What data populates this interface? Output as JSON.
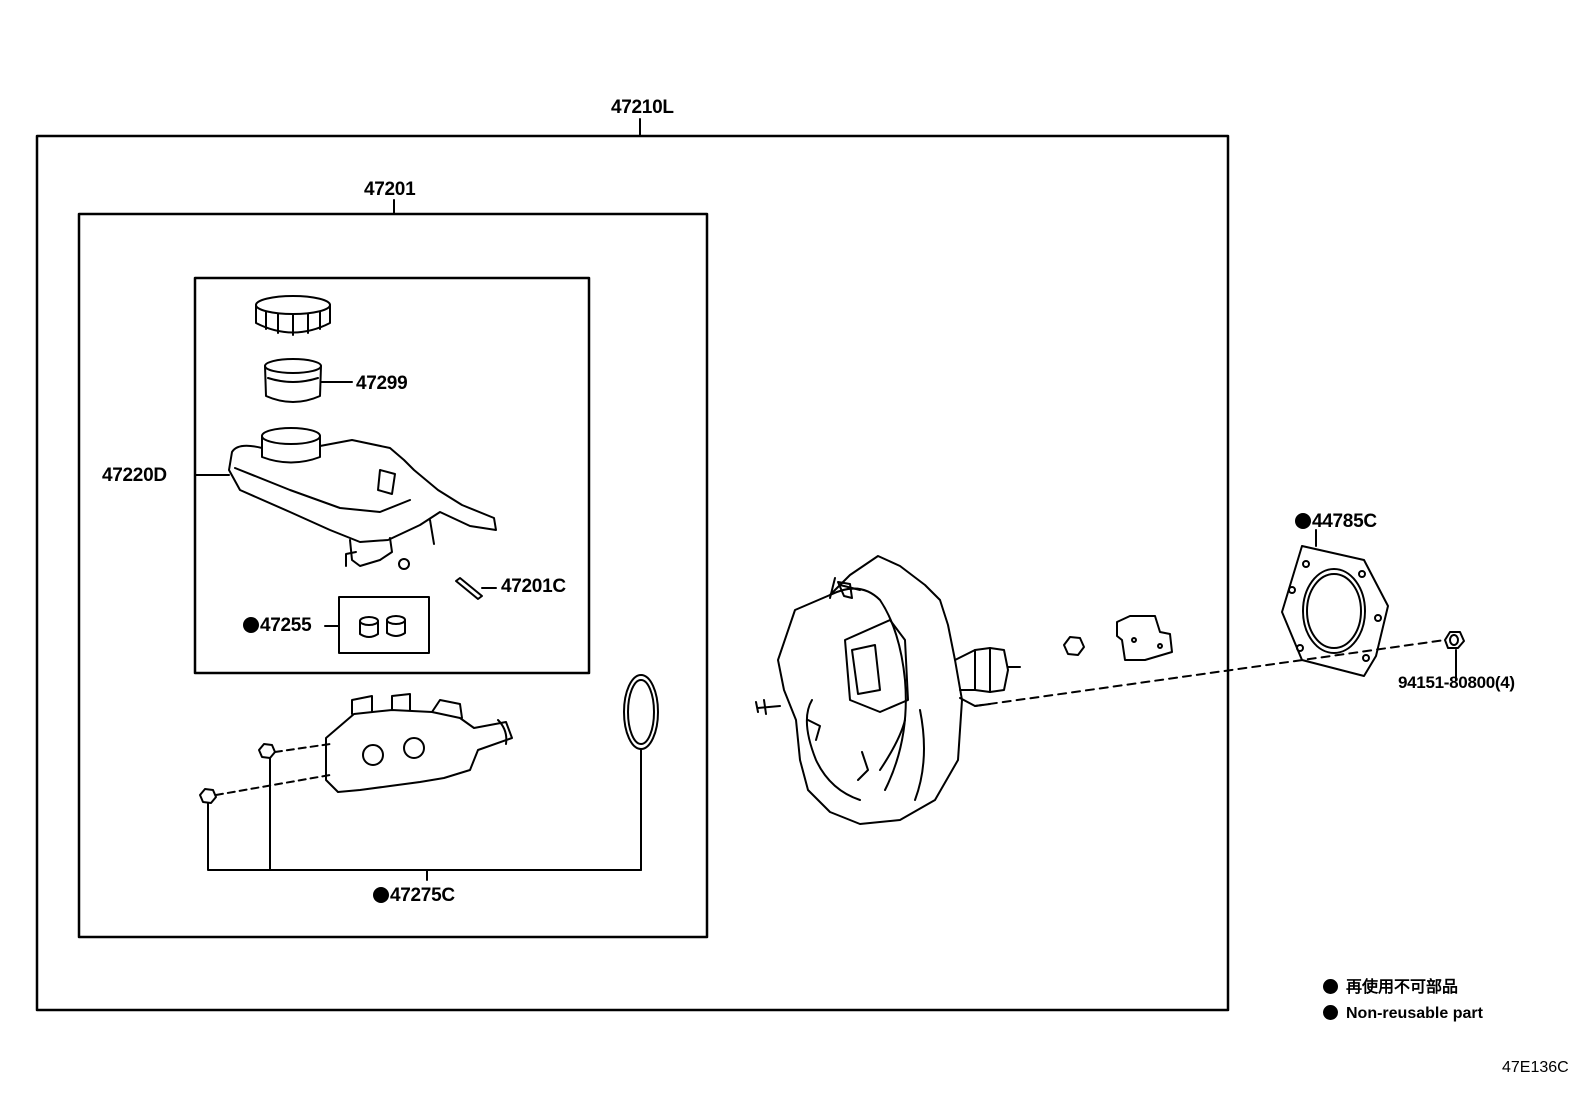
{
  "labels": {
    "assembly": "47210L",
    "master_cylinder_sub": "47201",
    "reservoir": "47220D",
    "strainer": "47299",
    "grommet": "47255",
    "pin": "47201C",
    "seal_kit": "47275C",
    "gasket": "44785C",
    "nut": "94151-80800(4)"
  },
  "legend": {
    "ja": "再使用不可部品",
    "en": "Non-reusable part"
  },
  "drawing_id": "47E136C"
}
